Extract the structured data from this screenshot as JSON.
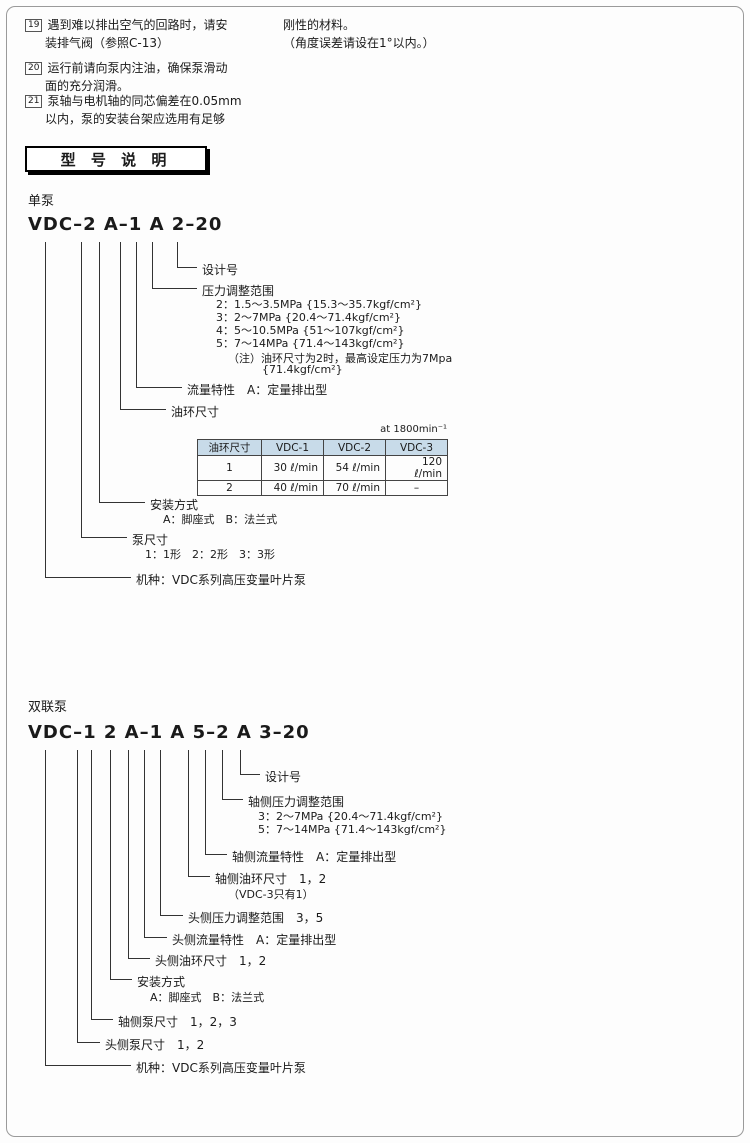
{
  "notes": {
    "items": [
      {
        "num": "19",
        "line1": "遇到难以排出空气的回路时，请安",
        "line2": "装排气阀（参照C-13）"
      },
      {
        "num": "20",
        "line1": "运行前请向泵内注油，确保泵滑动",
        "line2": "面的充分润滑。"
      },
      {
        "num": "21",
        "line1": "泵轴与电机轴的同芯偏差在0.05mm",
        "line2": "以内，泵的安装台架应选用有足够"
      }
    ],
    "right_line1": "刚性的材料。",
    "right_line2": "（角度误差请设在1°以内。）"
  },
  "section_title": "型 号 说 明",
  "single": {
    "heading": "单泵",
    "model_code": "VDC–2 A–1 A 2–20",
    "design": "设计号",
    "pressure_title": "压力调整范围",
    "pressure_items": [
      "2：1.5～3.5MPa {15.3～35.7kgf/cm²}",
      "3：2～7MPa {20.4～71.4kgf/cm²}",
      "4：5～10.5MPa {51～107kgf/cm²}",
      "5：7～14MPa {71.4～143kgf/cm²}"
    ],
    "pressure_note1": "（注）油环尺寸为2时，最高设定压力为7Mpa",
    "pressure_note2": "{71.4kgf/cm²}",
    "flow": "流量特性　A：定量排出型",
    "ring": "油环尺寸",
    "table": {
      "caption": "at 1800min⁻¹",
      "headers": [
        "油环尺寸",
        "VDC-1",
        "VDC-2",
        "VDC-3"
      ],
      "rows": [
        [
          "1",
          "30 ℓ/min",
          "54 ℓ/min",
          "120 ℓ/min"
        ],
        [
          "2",
          "40 ℓ/min",
          "70 ℓ/min",
          "–"
        ]
      ]
    },
    "mount_title": "安装方式",
    "mount_detail": "A：脚座式　B：法兰式",
    "size_title": "泵尺寸",
    "size_detail": "1：1形　2：2形　3：3形",
    "machine": "机种：VDC系列高压变量叶片泵"
  },
  "double": {
    "heading": "双联泵",
    "model_code": "VDC–1 2 A–1 A 5–2 A 3–20",
    "design": "设计号",
    "shaft_pressure_title": "轴侧压力调整范围",
    "shaft_pressure_items": [
      "3：2～7MPa {20.4～71.4kgf/cm²}",
      "5：7～14MPa {71.4～143kgf/cm²}"
    ],
    "shaft_flow": "轴侧流量特性　A：定量排出型",
    "shaft_ring": "轴侧油环尺寸　1，2",
    "shaft_ring_note": "（VDC-3只有1）",
    "head_pressure": "头侧压力调整范围　3，5",
    "head_flow": "头侧流量特性　A：定量排出型",
    "head_ring": "头侧油环尺寸　1，2",
    "mount_title": "安装方式",
    "mount_detail": "A：脚座式　B：法兰式",
    "shaft_size": "轴侧泵尺寸　1，2，3",
    "head_size": "头侧泵尺寸　1，2",
    "machine": "机种：VDC系列高压变量叶片泵"
  }
}
